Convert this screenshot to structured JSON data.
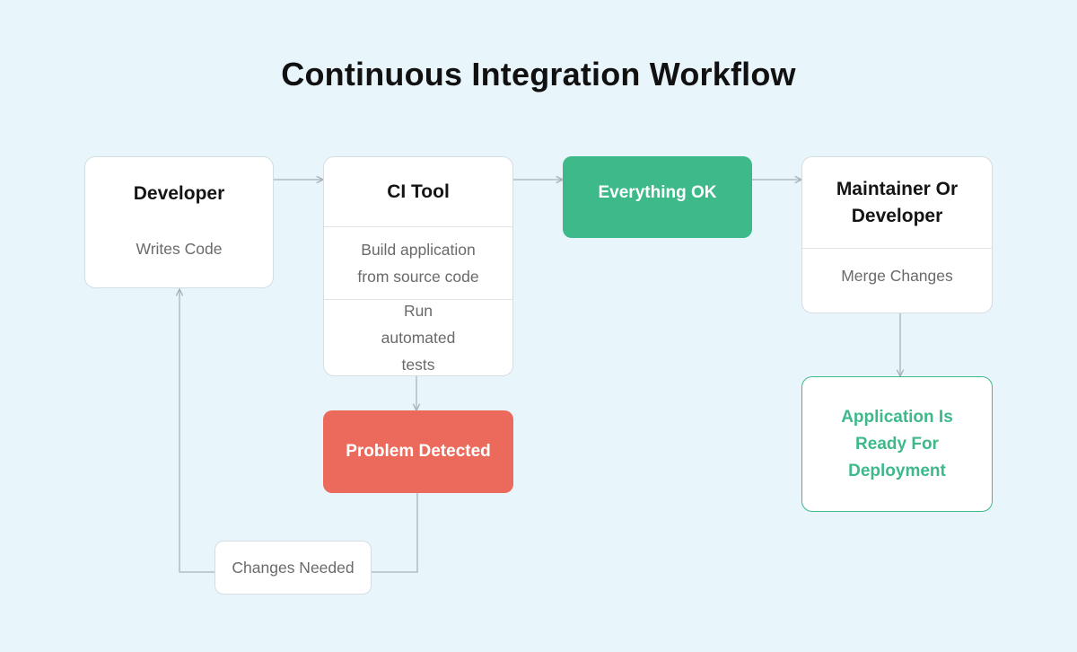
{
  "title": "Continuous Integration Workflow",
  "nodes": {
    "developer": {
      "title": "Developer",
      "items": [
        "Writes Code"
      ]
    },
    "ci_tool": {
      "title": "CI Tool",
      "items": [
        "Build application from source code",
        "Run automated tests"
      ]
    },
    "everything_ok": {
      "label": "Everything OK"
    },
    "maintainer": {
      "title": "Maintainer Or Developer",
      "items": [
        "Merge Changes"
      ]
    },
    "problem": {
      "label": "Problem Detected"
    },
    "changes_needed": {
      "label": "Changes Needed"
    },
    "ready": {
      "label": "Application Is Ready For Deployment"
    }
  },
  "colors": {
    "background": "#e8f5fb",
    "success": "#3db98a",
    "danger": "#ec6a5c",
    "connector": "#a9b2b8"
  }
}
